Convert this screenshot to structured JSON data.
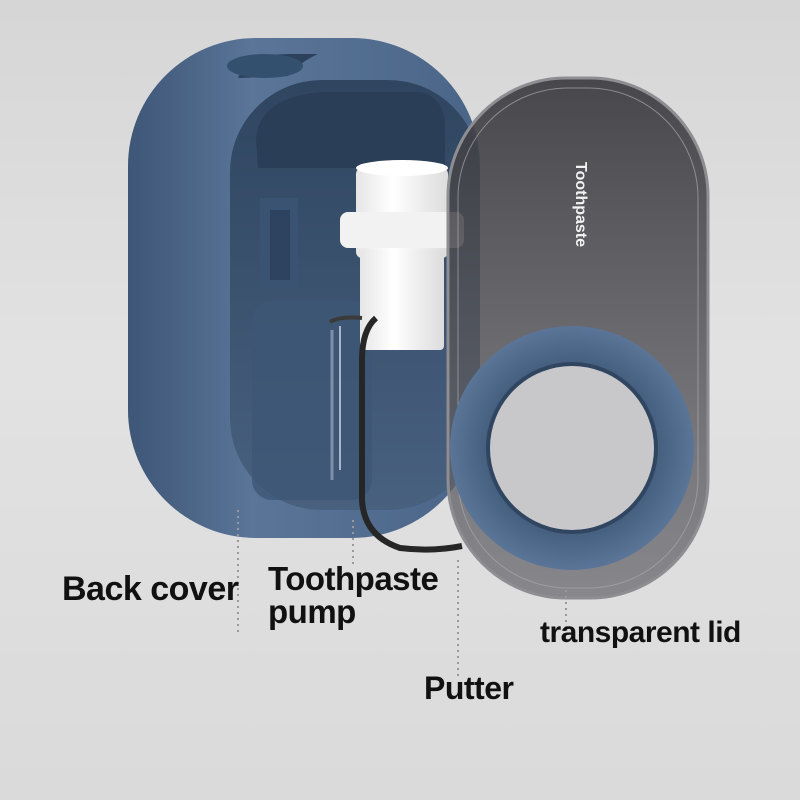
{
  "product": {
    "lid_text": "Toothpaste",
    "colors": {
      "background": "#dcdcdc",
      "body": "#4d6889",
      "body_dark": "#3b5270",
      "pump": "#f4f4f4",
      "lid_glass": "#4a4a4e"
    }
  },
  "labels": {
    "back_cover": "Back cover",
    "toothpaste_pump_line1": "Toothpaste",
    "toothpaste_pump_line2": "pump",
    "transparent_lid": "transparent lid",
    "putter": "Putter"
  }
}
